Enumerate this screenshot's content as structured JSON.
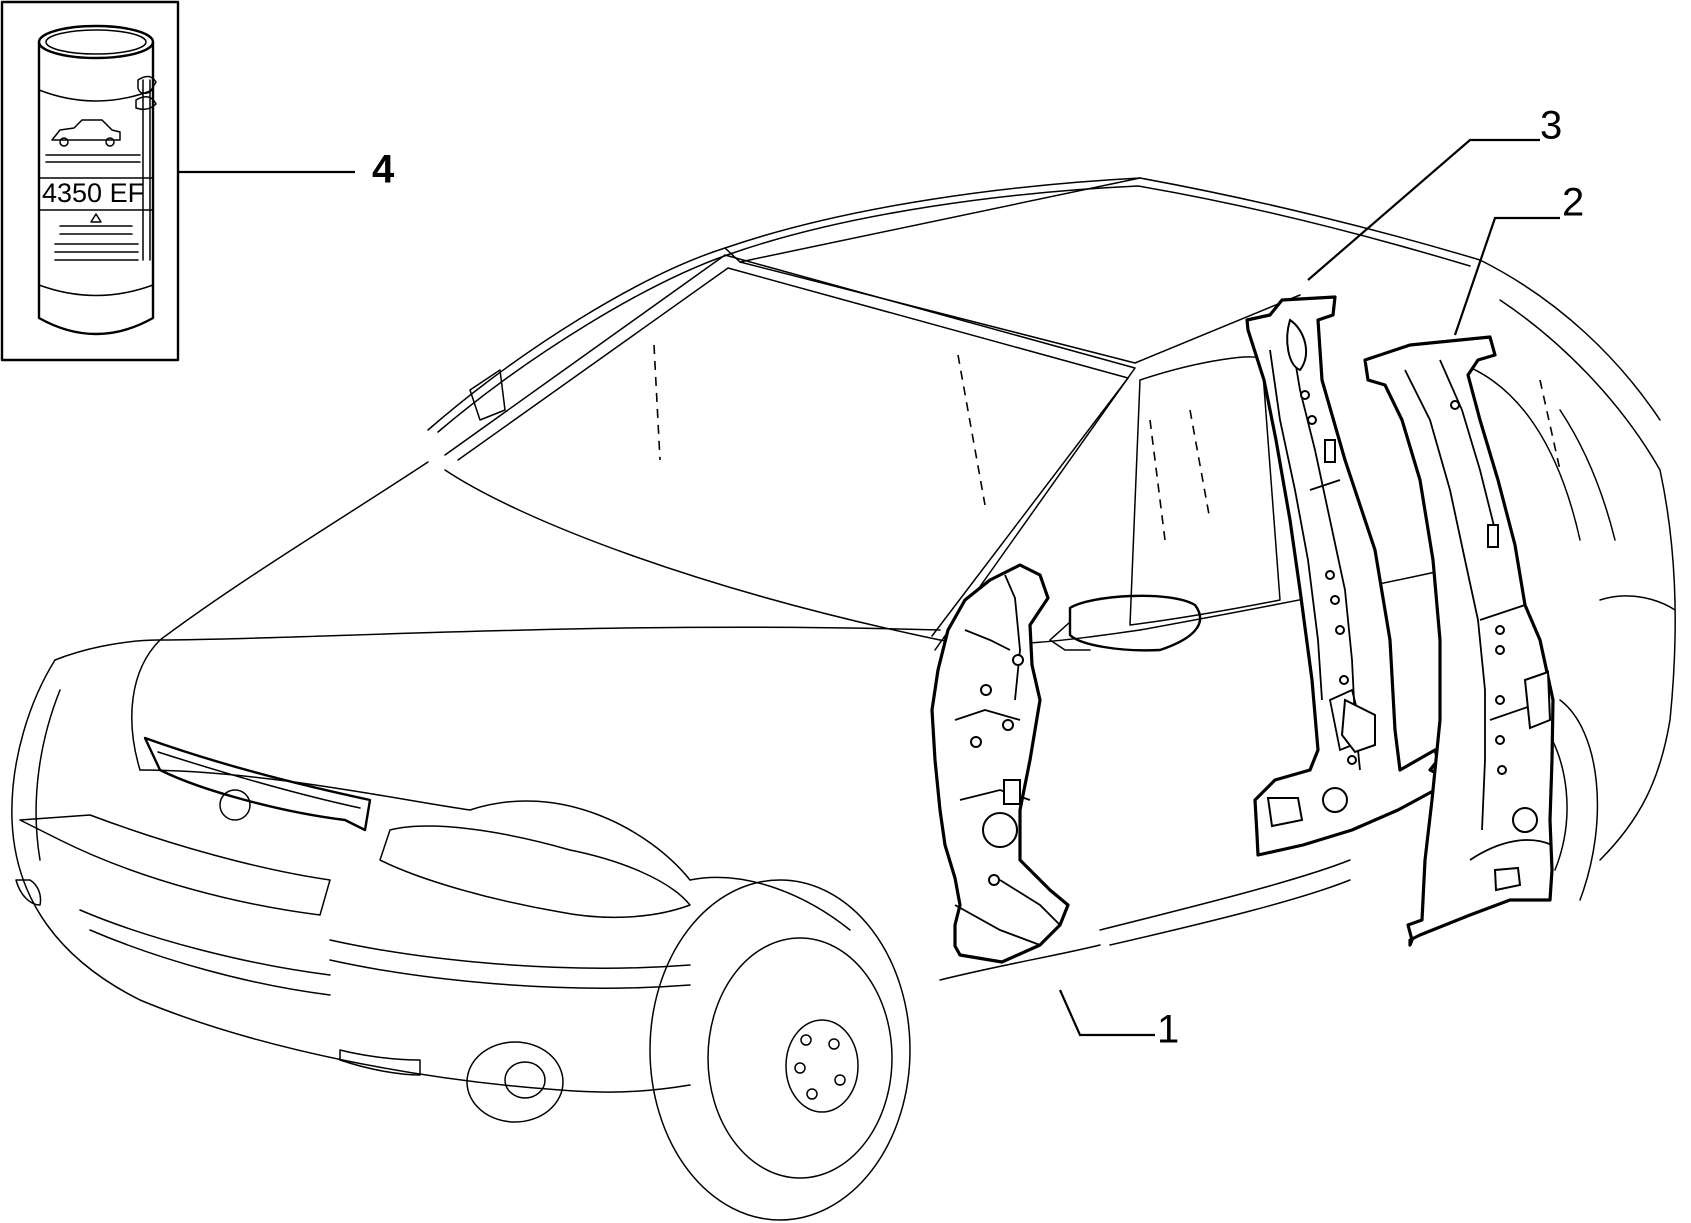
{
  "callouts": [
    {
      "id": "1",
      "label": "1"
    },
    {
      "id": "2",
      "label": "2"
    },
    {
      "id": "3",
      "label": "3"
    },
    {
      "id": "4",
      "label": "4"
    }
  ],
  "inset": {
    "can_label": "4350 EF"
  }
}
